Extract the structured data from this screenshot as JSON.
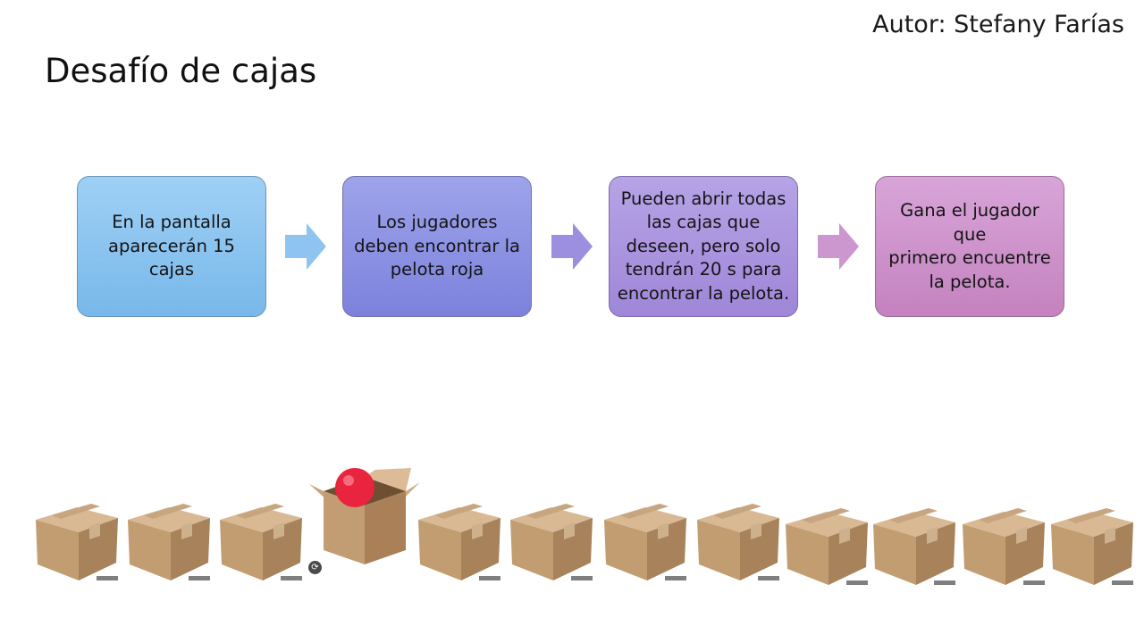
{
  "author": "Autor: Stefany Farías",
  "title": "Desafío de cajas",
  "steps": [
    {
      "text": "En la pantalla\naparecerán 15\ncajas",
      "color_top": "#9fd0f5",
      "color_bottom": "#78b8ea"
    },
    {
      "text": "Los jugadores\ndeben encontrar la\npelota roja",
      "color_top": "#9ea3ea",
      "color_bottom": "#7c82dc"
    },
    {
      "text": "Pueden abrir todas\nlas cajas que\ndeseen, pero solo\ntendrán 20 s para\nencontrar la pelota.",
      "color_top": "#b6a4e6",
      "color_bottom": "#9f86d8"
    },
    {
      "text": "Gana el jugador\nque\nprimero encuentre\nla pelota.",
      "color_top": "#d8a5d8",
      "color_bottom": "#c482bf"
    }
  ],
  "arrow_colors": [
    "#8ec4ef",
    "#9c8fe0",
    "#cc96cf"
  ],
  "box_color": "#c8a57c",
  "ball_color": "#e8243f",
  "icons": {
    "arrow": "right-arrow-icon",
    "box": "cardboard-box-icon",
    "ball": "red-ball-icon",
    "open_box": "open-box-icon"
  }
}
